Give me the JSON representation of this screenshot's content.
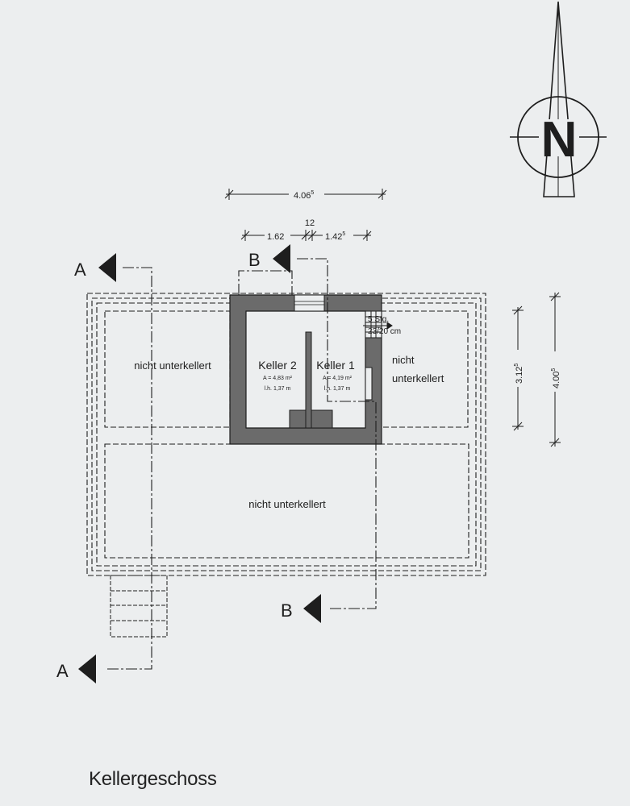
{
  "sheet_title": "Kellergeschoss",
  "north_arrow": {
    "letter": "N",
    "icon": "north-arrow-icon"
  },
  "dimensions": {
    "overall_width": "4.06",
    "overall_width_sup": "5",
    "segment_left": "1.62",
    "segment_wall": "12",
    "segment_right": "1.42",
    "segment_right_sup": "5",
    "inner_depth": "3.12",
    "inner_depth_sup": "5",
    "outer_depth": "4.00",
    "outer_depth_sup": "5"
  },
  "section_markers": {
    "a_top": "A",
    "a_bottom": "A",
    "b_top": "B",
    "b_bottom": "B"
  },
  "rooms": {
    "keller_2": {
      "name": "Keller 2",
      "area": "A = 4,83 m²",
      "height": "l.h. 1,37 m"
    },
    "keller_1": {
      "name": "Keller 1",
      "area": "A = 4,19 m²",
      "height": "l.h. 1,37 m"
    }
  },
  "stairs": {
    "steps": "5 Stg.",
    "ratio": "23/20 cm"
  },
  "areas": {
    "left": "nicht unterkellert",
    "right_line1": "nicht",
    "right_line2": "unterkellert",
    "bottom": "nicht unterkellert"
  },
  "colors": {
    "wall": "#6b6b6b",
    "line": "#1e1e1e",
    "paper": "#eceeef"
  }
}
